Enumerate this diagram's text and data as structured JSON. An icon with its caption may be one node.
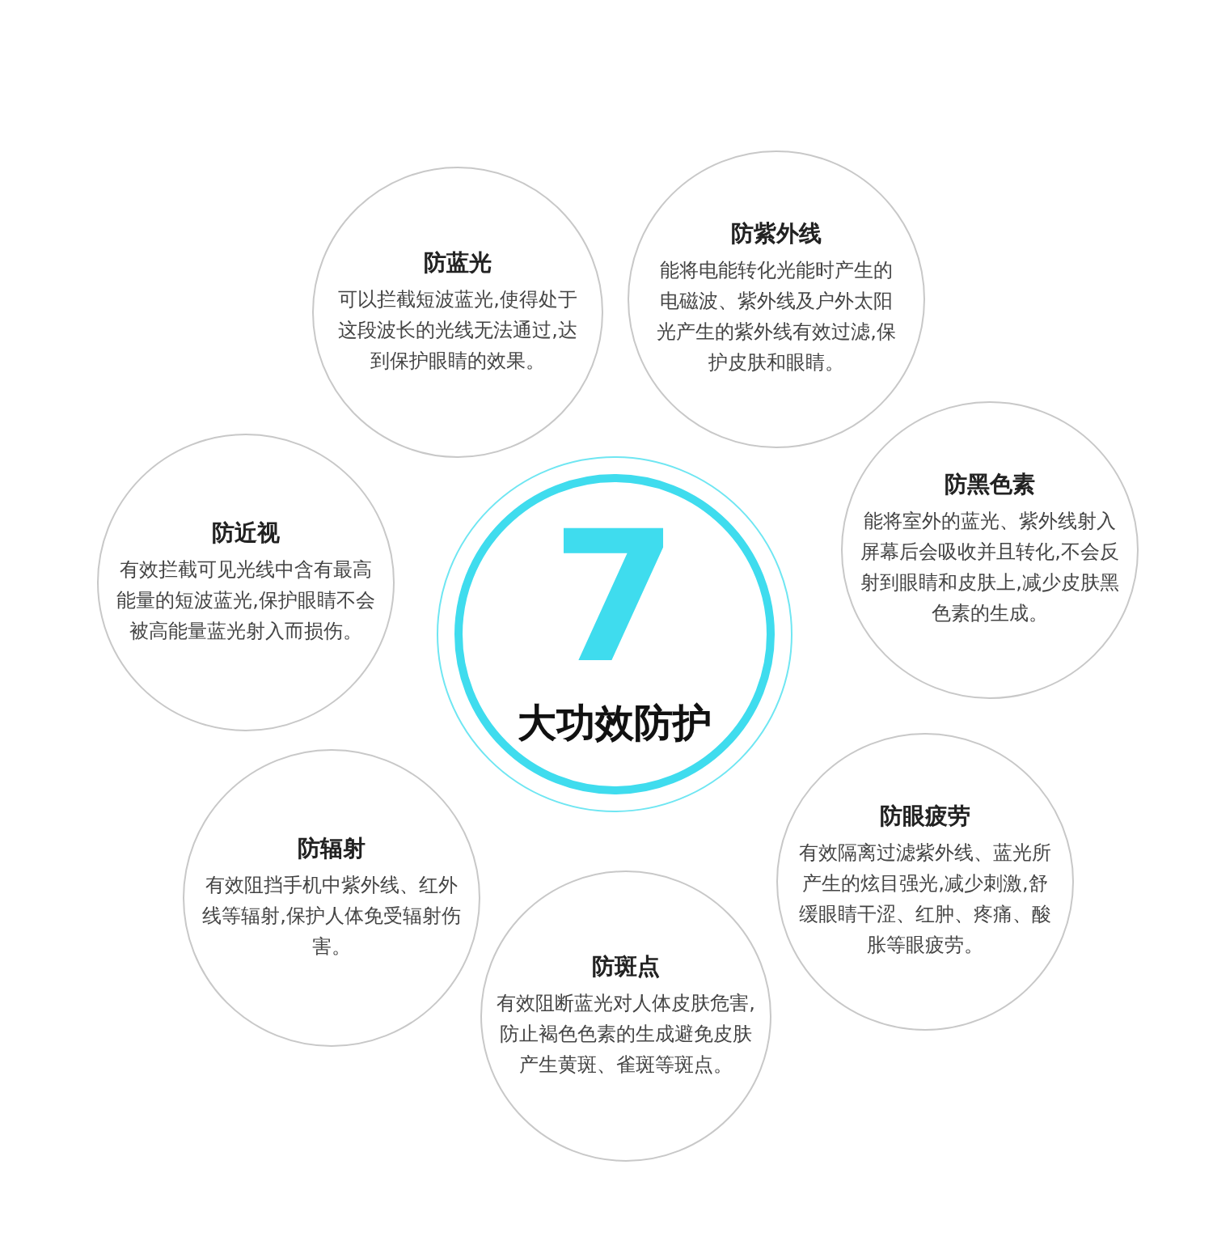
{
  "diagram": {
    "nodes": [
      {
        "text": [
          "防蓝光",
          "可以拦截短波蓝光,使得处于这段波长的光线无法通过,达到保护眼睛的效果。"
        ]
      },
      {
        "text": [
          "防紫外线",
          "能将电能转化光能时产生的电磁波、紫外线及户外太阳光产生的紫外线有效过滤,保护皮肤和眼睛。"
        ]
      },
      {
        "text": [
          "防近视",
          "有效拦截可见光线中含有最高能量的短波蓝光,保护眼睛不会被高能量蓝光射入而损伤。"
        ]
      },
      {
        "text": [
          "防黑色素",
          "能将室外的蓝光、紫外线射入屏幕后会吸收并且转化,不会反射到眼睛和皮肤上,减少皮肤黑色素的生成。"
        ]
      },
      {
        "text": [
          "7",
          "大功效防护"
        ]
      },
      {
        "text": [
          "防辐射",
          "有效阻挡手机中紫外线、红外线等辐射,保护人体免受辐射伤害。"
        ]
      },
      {
        "text": [
          "防眼疲劳",
          "有效隔离过滤紫外线、蓝光所产生的炫目强光,减少刺激,舒缓眼睛干涩、红肿、疼痛、酸胀等眼疲劳。"
        ]
      },
      {
        "text": [
          "防斑点",
          "有效阻断蓝光对人体皮肤危害,防止褐色色素的生成避免皮肤产生黄斑、雀斑等斑点。"
        ]
      }
    ]
  }
}
